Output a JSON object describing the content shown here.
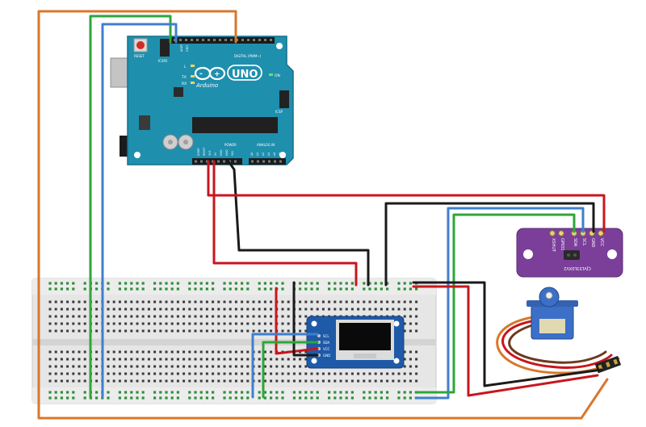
{
  "colors": {
    "red": "#c8161d",
    "black": "#1a1a1a",
    "green": "#2ea63a",
    "blue": "#3f7fce",
    "orange": "#d9772b",
    "arduino_board": "#1d8fae",
    "breadboard": "#e8e8e8",
    "oled_board": "#1e5aa8",
    "sensor_board": "#7b3f9a",
    "servo_body": "#3b6fc8"
  },
  "arduino": {
    "reset_label": "RESET",
    "icsp2_label": "ICSP2",
    "aref_label": "AREF",
    "gnd_label": "GND",
    "digital_label": "DIGITAL (PWM~)",
    "l_label": "L",
    "tx_label": "TX",
    "rx_label": "RX",
    "on_label": "ON",
    "brand_label": "Arduino",
    "model_label": "UNO",
    "icsp_label": "ICSP",
    "ioref_label": "IOREF",
    "reset_pin_label": "RESET",
    "v33_label": "3V3",
    "v5_label": "5V",
    "gnd1_label": "GND",
    "gnd2_label": "GND",
    "vin_label": "VIN",
    "power_label": "POWER",
    "analog_label": "ANALOG IN",
    "a0_label": "A0",
    "a1_label": "A1",
    "a2_label": "A2",
    "a3_label": "A3",
    "a4_label": "A4",
    "a5_label": "A5"
  },
  "oled": {
    "pin_scl": "SCL",
    "pin_sda": "SDA",
    "pin_vcc": "VCC",
    "pin_gnd": "GND"
  },
  "sensor": {
    "pin_vcc": "VCC",
    "pin_gnd": "GND",
    "pin_scl": "SCL",
    "pin_sda": "SDA",
    "pin_gpio1": "GPIO1",
    "pin_xshut": "XSHUT",
    "part_label": "CJVL53L0XV2"
  }
}
